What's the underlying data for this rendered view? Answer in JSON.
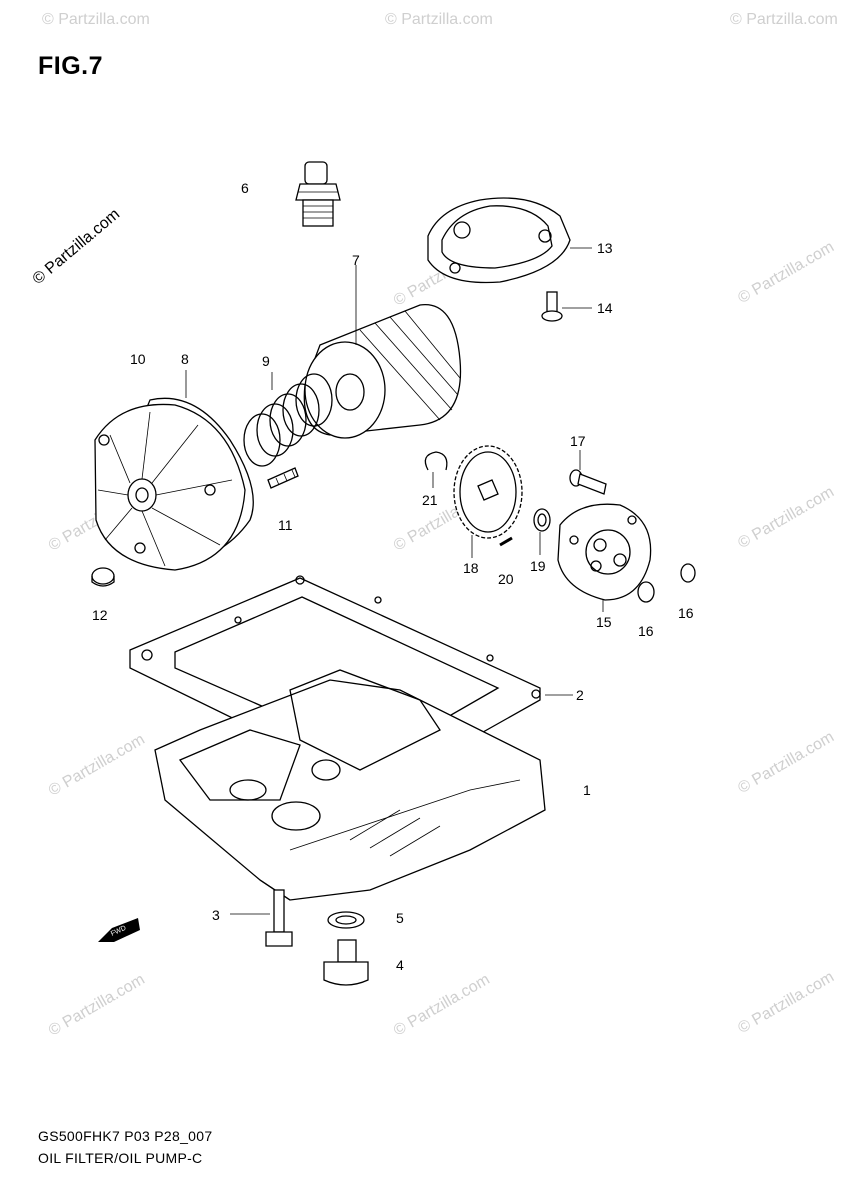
{
  "figure": {
    "title": "FIG.7",
    "drawing_code": "GS500FHK7 P03 P28_007",
    "drawing_name": "OIL FILTER/OIL PUMP-C"
  },
  "watermark": {
    "text": "© Partzilla.com"
  },
  "fwd_arrow": {
    "text": "FWD"
  },
  "callouts": [
    {
      "id": "1",
      "label": "1"
    },
    {
      "id": "2",
      "label": "2"
    },
    {
      "id": "3",
      "label": "3"
    },
    {
      "id": "4",
      "label": "4"
    },
    {
      "id": "5",
      "label": "5"
    },
    {
      "id": "6",
      "label": "6"
    },
    {
      "id": "7",
      "label": "7"
    },
    {
      "id": "8",
      "label": "8"
    },
    {
      "id": "9",
      "label": "9"
    },
    {
      "id": "10",
      "label": "10"
    },
    {
      "id": "11",
      "label": "11"
    },
    {
      "id": "12",
      "label": "12"
    },
    {
      "id": "13",
      "label": "13"
    },
    {
      "id": "14",
      "label": "14"
    },
    {
      "id": "15",
      "label": "15"
    },
    {
      "id": "16a",
      "label": "16"
    },
    {
      "id": "16b",
      "label": "16"
    },
    {
      "id": "17",
      "label": "17"
    },
    {
      "id": "18",
      "label": "18"
    },
    {
      "id": "19",
      "label": "19"
    },
    {
      "id": "20",
      "label": "20"
    },
    {
      "id": "21",
      "label": "21"
    }
  ]
}
